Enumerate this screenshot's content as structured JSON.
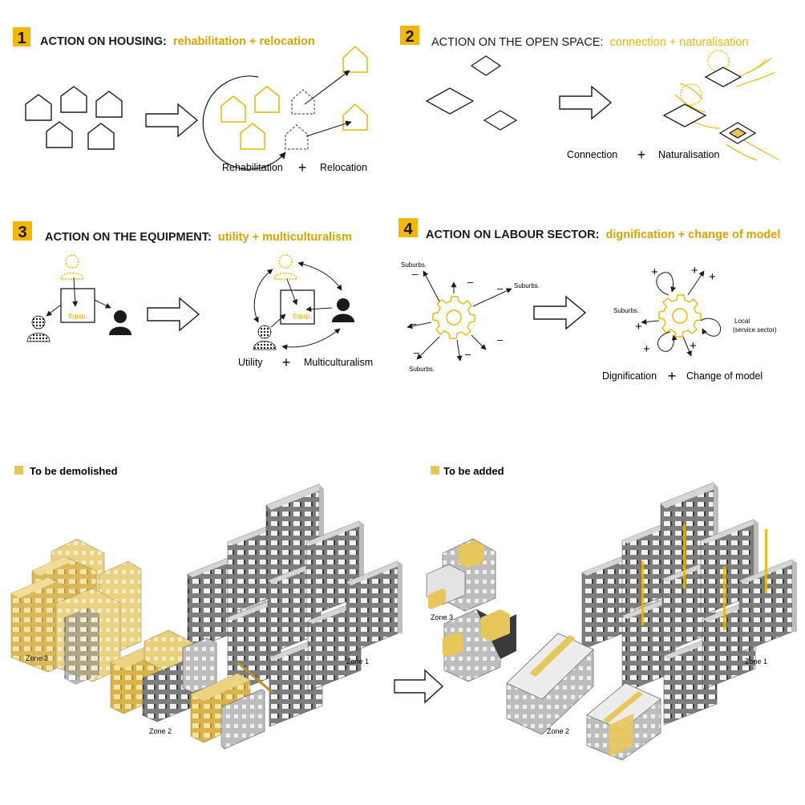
{
  "colors": {
    "accent": "#f5b800",
    "yellow_line": "#e6b800",
    "building_yellow": "#e8c75a",
    "building_grey": "#8c8c8c",
    "ink": "#1a1a1a"
  },
  "sections": [
    {
      "number": "1",
      "title": "ACTION ON HOUSING:",
      "subtitle": "rehabilitation + relocation",
      "label_left": "Rehabilitation",
      "label_right": "Relocation",
      "plus": "+",
      "icons": [
        "house-outline-icon",
        "arrow-right-icon",
        "cycle-arrow-icon"
      ]
    },
    {
      "number": "2",
      "title": "ACTION ON THE OPEN SPACE:",
      "subtitle": "connection + naturalisation",
      "label_left": "Connection",
      "label_right": "Naturalisation",
      "plus": "+",
      "icons": [
        "diamond-plot-icon",
        "tree-icon",
        "arrow-right-icon"
      ]
    },
    {
      "number": "3",
      "title": "ACTION ON THE EQUIPMENT:",
      "subtitle": "utility + multiculturalism",
      "label_left": "Utility",
      "label_right": "Multiculturalism",
      "plus": "+",
      "equip_label": "Equip.",
      "icons": [
        "person-icon",
        "box-icon",
        "arrow-right-icon"
      ]
    },
    {
      "number": "4",
      "title": "ACTION ON LABOUR SECTOR:",
      "subtitle": "dignification + change of model",
      "label_left": "Dignification",
      "label_right": "Change of model",
      "plus": "+",
      "suburbs": "Suburbs.",
      "local": "Local",
      "service": "(service sector)",
      "minus": "–",
      "icons": [
        "gear-icon",
        "arrow-right-icon"
      ]
    }
  ],
  "legend_left": "To be demolished",
  "legend_right": "To be added",
  "zones": {
    "zone1": "Zone 1",
    "zone2": "Zone 2",
    "zone3": "Zone 3"
  }
}
